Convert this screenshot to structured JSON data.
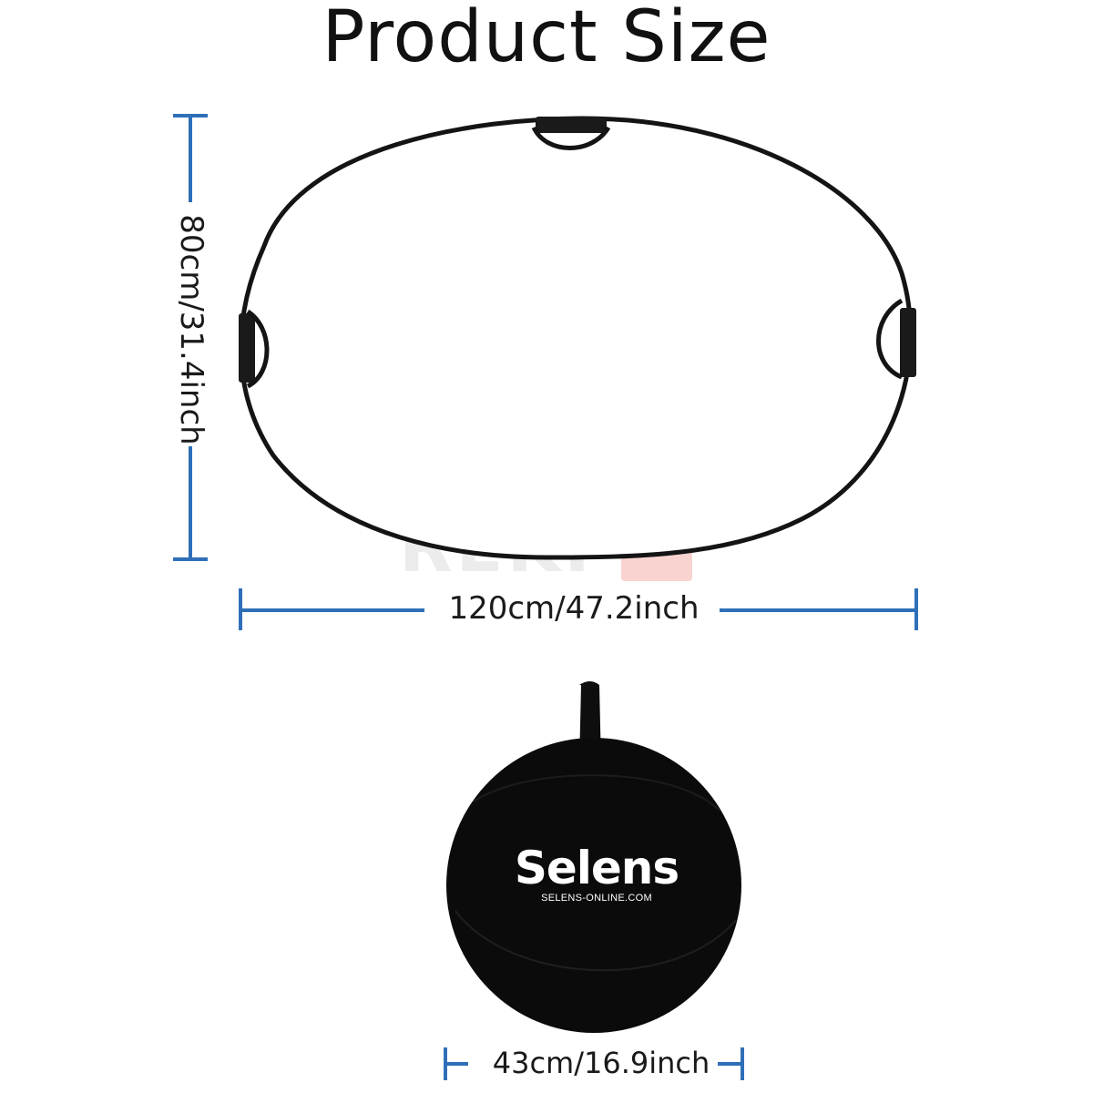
{
  "title": "Product Size",
  "reflector": {
    "height_label": "80cm/31.4inch",
    "width_label": "120cm/47.2inch",
    "shape": "oval",
    "handles": 3
  },
  "bag": {
    "brand": "Selens",
    "url": "SELENS-ONLINE.COM",
    "diameter_label": "43cm/16.9inch"
  },
  "watermark": "REKFI",
  "colors": {
    "dimension_line": "#2f6fb8",
    "frame": "#141414",
    "text": "#1a1a1a",
    "watermark": "#ececec",
    "watermark_accent": "#f6c9c6"
  }
}
